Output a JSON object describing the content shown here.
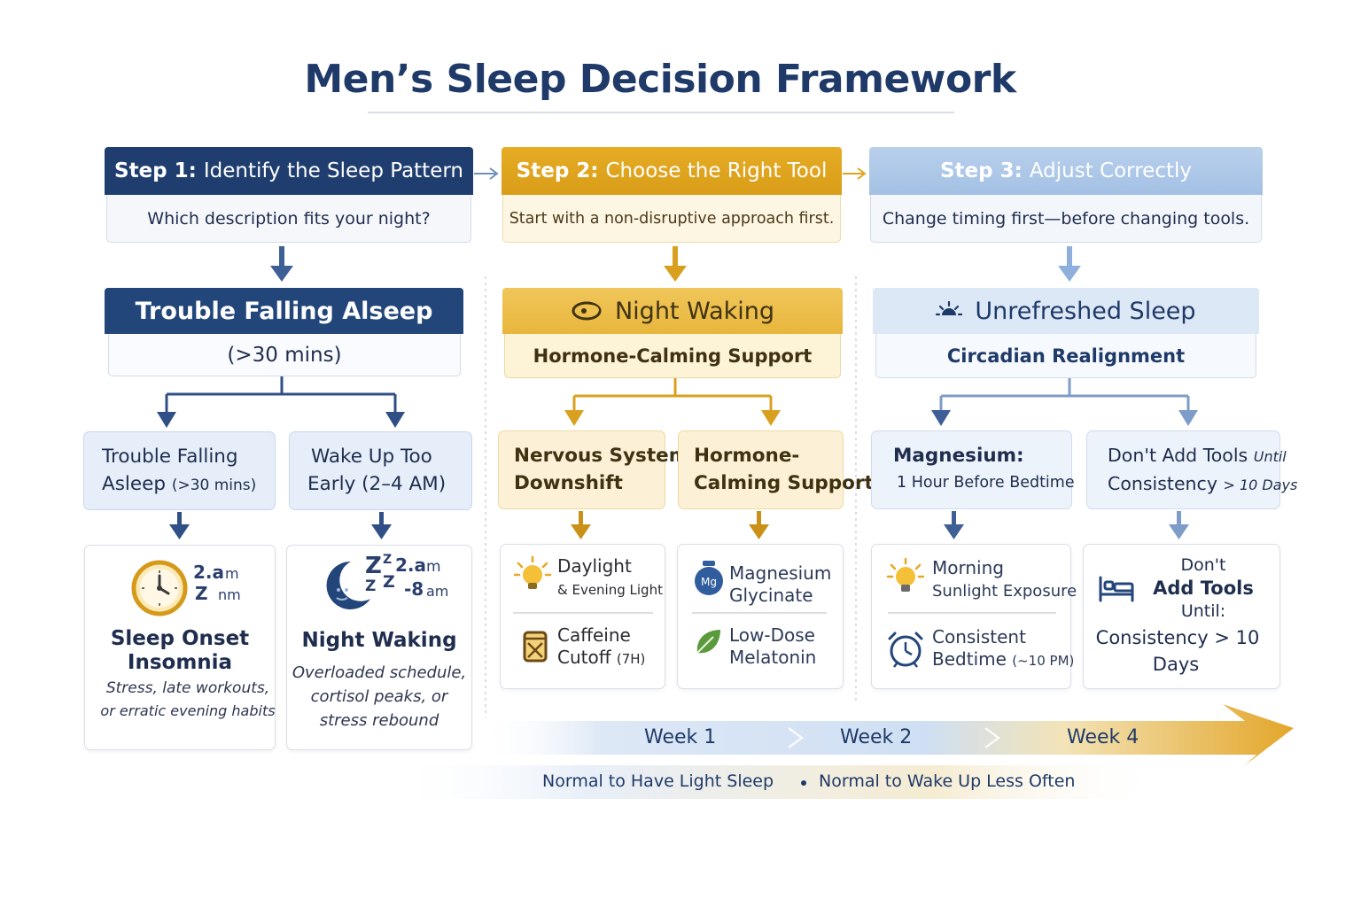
{
  "title": "Men’s Sleep Decision Framework",
  "steps": [
    {
      "label": "Step 1:",
      "text": "Identify the Sleep Pattern",
      "sub": "Which description fits your night?"
    },
    {
      "label": "Step 2:",
      "text": "Choose the Right Tool",
      "sub": "Start with a non-disruptive approach first."
    },
    {
      "label": "Step 3:",
      "text": "Adjust Correctly",
      "sub": "Change timing first—before changing tools."
    }
  ],
  "patterns": [
    {
      "head": "Trouble Falling Alseep",
      "sub": "(>30 mins)"
    },
    {
      "head": "Night Waking",
      "sub": "Hormone-Calming Support",
      "icon": "crescent-moon-icon"
    },
    {
      "head": "Unrefreshed Sleep",
      "sub": "Circadian Realignment",
      "icon": "sunrise-icon"
    }
  ],
  "options": {
    "trouble_falling": {
      "line1": "Trouble Falling",
      "line2a": "Asleep ",
      "line2b": "(>30 mins)"
    },
    "wake_early": {
      "line1": "Wake Up Too",
      "line2": "Early (2–4 AM)"
    },
    "nervous_system": {
      "line1": "Nervous System",
      "line2": "Downshift"
    },
    "hormone_calming": {
      "line1": "Hormone-",
      "line2": "Calming Support"
    },
    "magnesium": {
      "line1": "Magnesium:",
      "line2": "1 Hour Before Bedtime"
    },
    "dont_add": {
      "line1a": "Don't Add Tools ",
      "line1b": "Until",
      "line2a": "Consistency ",
      "line2b": "> 10 Days"
    }
  },
  "cards": {
    "sleep_onset": {
      "clock_a": "2.a",
      "clock_b": "m",
      "clock_c": "Z",
      "clock_d": "nm",
      "title1": "Sleep Onset",
      "title2": "Insomnia",
      "desc1": "Stress, late workouts,",
      "desc2": "or erratic evening habits",
      "icon": "clock-icon"
    },
    "night_waking": {
      "z1": "Z",
      "z2": "Z",
      "z3": "Z",
      "z4": "Z",
      "t1": "2.a",
      "t2": "m",
      "t3": "-8",
      "t4": "am",
      "title": "Night Waking",
      "desc1": "Overloaded schedule,",
      "desc2": "cortisol peaks, or",
      "desc3": "stress rebound",
      "icon": "moon-icon"
    },
    "daylight": {
      "row1a": "Daylight",
      "row1b": "& Evening Light",
      "row2a": "Caffeine",
      "row2b": "Cutoff ",
      "row2c": "(7H)",
      "icons": [
        "lightbulb-icon",
        "coffee-cup-icon"
      ]
    },
    "supplements": {
      "row1a": "Magnesium",
      "row1b": "Glycinate",
      "row2a": "Low-Dose",
      "row2b": "Melatonin",
      "pill_text": "Mg",
      "icons": [
        "supplement-jar-icon",
        "leaf-icon"
      ]
    },
    "routine": {
      "row1a": "Morning",
      "row1b": "Sunlight Exposure",
      "row2a": "Consistent",
      "row2b": "Bedtime ",
      "row2c": "(~10 PM)",
      "icons": [
        "lightbulb-icon",
        "alarm-clock-icon"
      ]
    },
    "dont_add": {
      "l1": "Don't",
      "l2": "Add Tools",
      "l3": "Until:",
      "l4": "Consistency > 10",
      "l5": "Days",
      "icon": "bed-icon"
    }
  },
  "timeline": {
    "weeks": [
      "Week 1",
      "Week 2",
      "Week 4"
    ],
    "notes": [
      "Normal to Have Light Sleep",
      "Normal to Wake Up Less Often"
    ]
  },
  "colors": {
    "navy": "#1f3e6f",
    "gold": "#e0a520",
    "light_blue": "#a8c4e6",
    "text_dark": "#1f2d4e"
  }
}
